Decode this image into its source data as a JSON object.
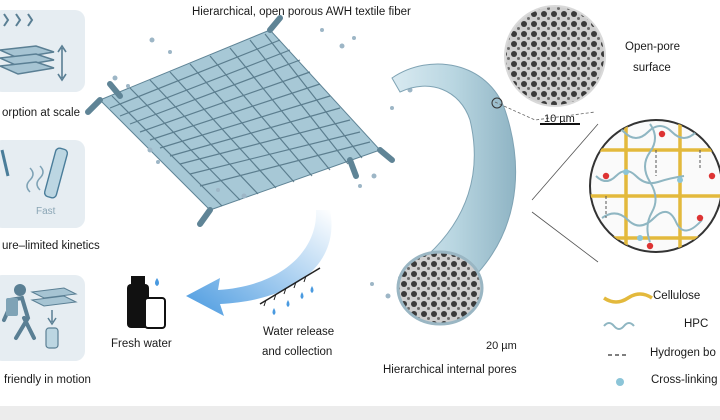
{
  "diagram": {
    "title": "Hierarchical, open porous AWH textile fiber",
    "left_panels": [
      {
        "caption": "orption at scale",
        "icon": "stacked-fabric-icon"
      },
      {
        "caption": "ure–limited kinetics",
        "icon": "fast-fiber-icon",
        "badge": "Fast"
      },
      {
        "caption": "friendly in motion",
        "icon": "hiker-icon"
      }
    ],
    "surface_inset": {
      "label_line1": "Open-pore",
      "label_line2": "surface",
      "scale": "10 µm"
    },
    "cross_section": {
      "label": "Hierarchical internal pores",
      "scale": "20 µm"
    },
    "release": {
      "line1": "Water release",
      "line2": "and collection"
    },
    "fresh_water": "Fresh water",
    "legend": [
      {
        "label": "Cellulose",
        "color": "#e3b93c"
      },
      {
        "label": "HPC",
        "color": "#8fb6c2"
      },
      {
        "label": "Hydrogen bo",
        "color": "#555555"
      },
      {
        "label": "Cross-linking",
        "color": "#8cc5d8"
      }
    ],
    "colors": {
      "fiber": "#b9d6e1",
      "arrow": "#6aaee0",
      "panel": "#e6edf2"
    }
  }
}
